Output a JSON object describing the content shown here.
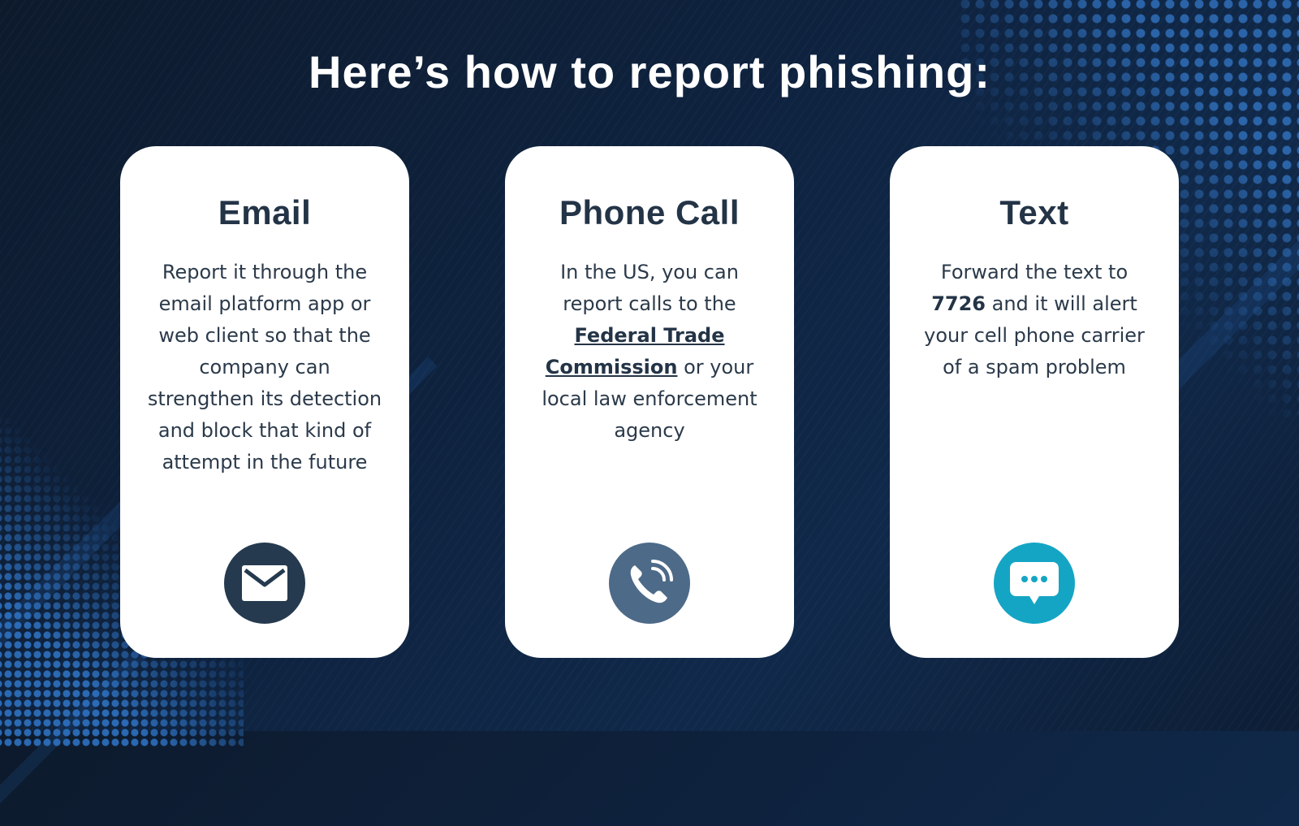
{
  "title": "Here’s how to report phishing:",
  "colors": {
    "background": "#0e2340",
    "card": "#ffffff",
    "heading_text": "#243447",
    "email_icon_bg": "#253a4f",
    "phone_icon_bg": "#4d6a88",
    "text_icon_bg": "#15a5c4"
  },
  "cards": [
    {
      "heading": "Email",
      "body": "Report it through the email platform app or web client so that the company can strengthen its detection and block that kind of attempt in the future",
      "icon": "envelope-icon"
    },
    {
      "heading": "Phone Call",
      "body_before": "In the US, you can report calls to the ",
      "link": "Federal Trade Commission",
      "body_after": " or your local law enforcement agency",
      "icon": "phone-call-icon"
    },
    {
      "heading": "Text",
      "body_bold": "7726",
      "body_before": "Forward the text to ",
      "body_after": " and it will alert your cell phone carrier of a spam problem",
      "icon": "chat-bubble-icon"
    }
  ]
}
